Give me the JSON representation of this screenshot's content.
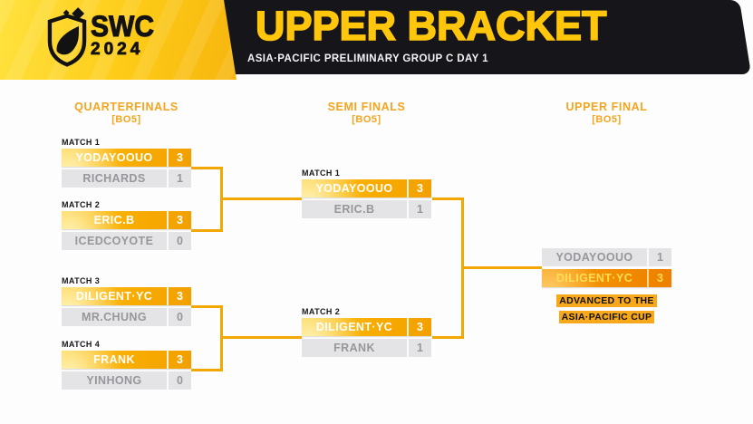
{
  "header": {
    "logo_line1": "SWC",
    "logo_line2": "2024",
    "logo_icon": "swc-shield-icon",
    "title": "UPPER BRACKET",
    "subtitle": "ASIA·PACIFIC PRELIMINARY GROUP C DAY 1"
  },
  "colors": {
    "brand_yellow": "#FDCB17",
    "header_black": "#15151A",
    "title_yellow": "#FFC60B",
    "accent_line_orange": "#F2A702",
    "column_header_orange": "#F4A41D",
    "winner_gradient": [
      "#FFC933",
      "#F2A000"
    ],
    "final_winner_gradient": [
      "#F79B10",
      "#EE8000"
    ],
    "final_winner_text": "#FFDD55",
    "loser_bg": "#E4E4E6",
    "loser_text": "#97979B",
    "badge_bg": "#F7A81B"
  },
  "columns": [
    {
      "title": "QUARTERFINALS",
      "format": "[BO5]",
      "matches": [
        {
          "label": "MATCH 1",
          "top": {
            "name": "YODAYOOUO",
            "score": "3",
            "winner": true
          },
          "bottom": {
            "name": "RICHARDS",
            "score": "1",
            "winner": false
          }
        },
        {
          "label": "MATCH 2",
          "top": {
            "name": "ERIC.B",
            "score": "3",
            "winner": true
          },
          "bottom": {
            "name": "ICEDCOYOTE",
            "score": "0",
            "winner": false
          }
        },
        {
          "label": "MATCH 3",
          "top": {
            "name": "DILIGENT·YC",
            "score": "3",
            "winner": true
          },
          "bottom": {
            "name": "MR.CHUNG",
            "score": "0",
            "winner": false
          }
        },
        {
          "label": "MATCH 4",
          "top": {
            "name": "FRANK",
            "score": "3",
            "winner": true
          },
          "bottom": {
            "name": "YINHONG",
            "score": "0",
            "winner": false
          }
        }
      ]
    },
    {
      "title": "SEMI FINALS",
      "format": "[BO5]",
      "matches": [
        {
          "label": "MATCH 1",
          "top": {
            "name": "YODAYOOUO",
            "score": "3",
            "winner": true
          },
          "bottom": {
            "name": "ERIC.B",
            "score": "1",
            "winner": false
          }
        },
        {
          "label": "MATCH 2",
          "top": {
            "name": "DILIGENT·YC",
            "score": "3",
            "winner": true
          },
          "bottom": {
            "name": "FRANK",
            "score": "1",
            "winner": false
          }
        }
      ]
    },
    {
      "title": "UPPER FINAL",
      "format": "[BO5]",
      "matches": [
        {
          "label": "",
          "top": {
            "name": "YODAYOOUO",
            "score": "1",
            "winner": false
          },
          "bottom": {
            "name": "DILIGENT·YC",
            "score": "3",
            "winner": true
          }
        }
      ]
    }
  ],
  "advancement": {
    "line1": "ADVANCED TO THE",
    "line2": "ASIA·PACIFIC CUP"
  }
}
